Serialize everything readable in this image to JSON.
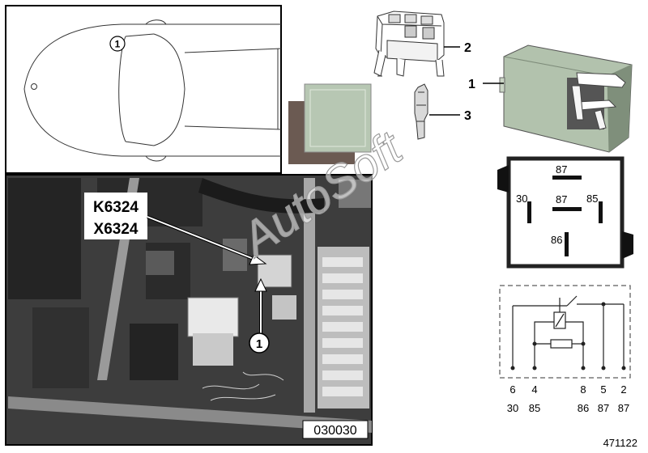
{
  "car_view": {
    "callout": "1"
  },
  "photo": {
    "label_line1": "K6324",
    "label_line2": "X6324",
    "callout": "1",
    "ref_code": "030030"
  },
  "parts": {
    "relay_callout": "1",
    "socket_callout": "2",
    "terminal_callout": "3"
  },
  "relay_face": {
    "pin_top": "87",
    "pin_left": "30",
    "pin_center": "87",
    "pin_right": "85",
    "pin_bottom": "86"
  },
  "circuit": {
    "positions": [
      "6",
      "4",
      "8",
      "5",
      "2"
    ],
    "terminals": [
      "30",
      "85",
      "86",
      "87",
      "87"
    ]
  },
  "watermark": "AutoSoft",
  "diagram_id": "471122"
}
